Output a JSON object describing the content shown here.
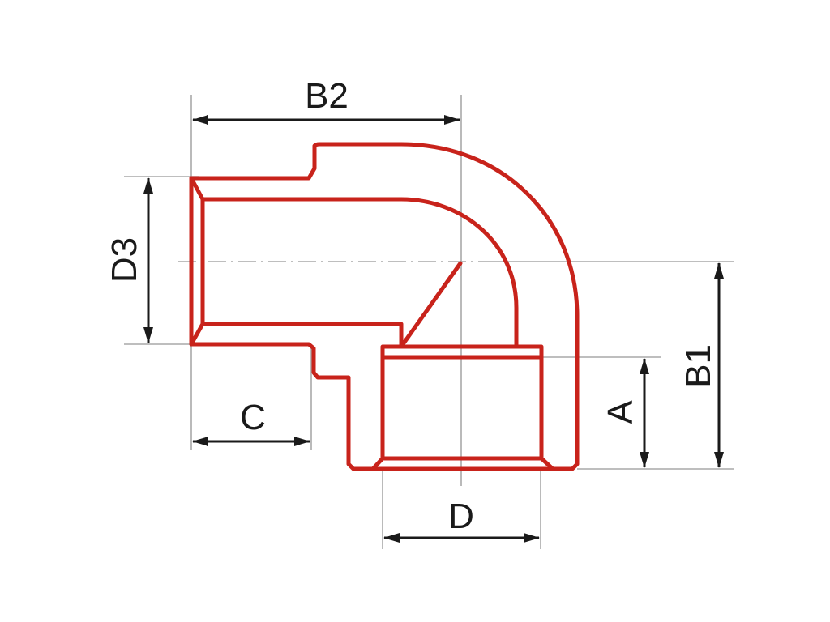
{
  "labels": {
    "b2": "B2",
    "d3": "D3",
    "b1": "B1",
    "a": "A",
    "c": "C",
    "d": "D"
  },
  "colors": {
    "outline": "#c8231b",
    "dimension": "#1a1a1a",
    "extension": "#a8a8a8",
    "background": "#ffffff"
  }
}
